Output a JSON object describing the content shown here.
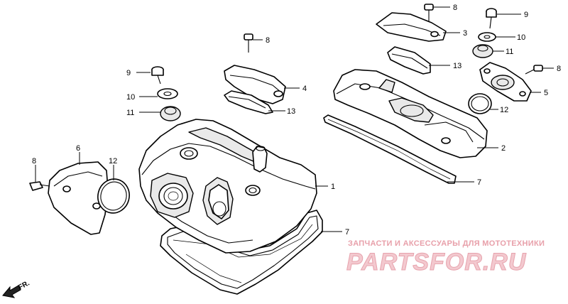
{
  "callouts": {
    "c1": "1",
    "c2": "2",
    "c3": "3",
    "c4": "4",
    "c5": "5",
    "c6": "6",
    "c7a": "7",
    "c7b": "7",
    "c8a": "8",
    "c8b": "8",
    "c8c": "8",
    "c8d": "8",
    "c9a": "9",
    "c9b": "9",
    "c10a": "10",
    "c10b": "10",
    "c11a": "11",
    "c11b": "11",
    "c12a": "12",
    "c12b": "12",
    "c13a": "13",
    "c13b": "13"
  },
  "direction": {
    "label": "FR."
  },
  "watermark": {
    "subtitle": "ЗАПЧАСТИ И АКСЕССУАРЫ ДЛЯ МОТОТЕХНИКИ",
    "brand": "PARTSFOR.RU"
  }
}
